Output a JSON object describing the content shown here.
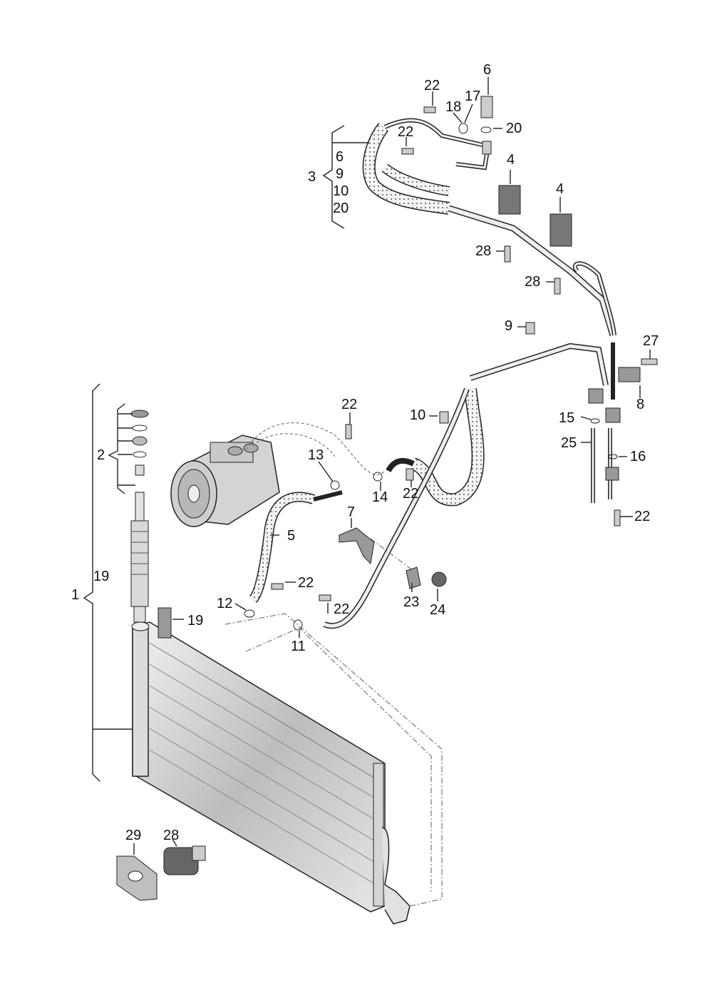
{
  "labels": {
    "n1": "1",
    "n2": "2",
    "n3": "3",
    "n3_6": "6",
    "n3_9": "9",
    "n3_10": "10",
    "n3_20": "20",
    "n4a": "4",
    "n4b": "4",
    "n5": "5",
    "n6": "6",
    "n7": "7",
    "n8": "8",
    "n9": "9",
    "n10": "10",
    "n11": "11",
    "n12": "12",
    "n13": "13",
    "n14": "14",
    "n15": "15",
    "n16": "16",
    "n17": "17",
    "n18": "18",
    "n19a": "19",
    "n19b": "19",
    "n20": "20",
    "n22a": "22",
    "n22b": "22",
    "n22c": "22",
    "n22d": "22",
    "n22e": "22",
    "n22f": "22",
    "n22g": "22",
    "n23": "23",
    "n24": "24",
    "n25": "25",
    "n27": "27",
    "n28a": "28",
    "n28b": "28",
    "n28c": "28",
    "n29": "29"
  },
  "colors": {
    "line": "#222222",
    "hose": "#ececec",
    "metal": "#cfcfcf",
    "dark": "#555555"
  }
}
